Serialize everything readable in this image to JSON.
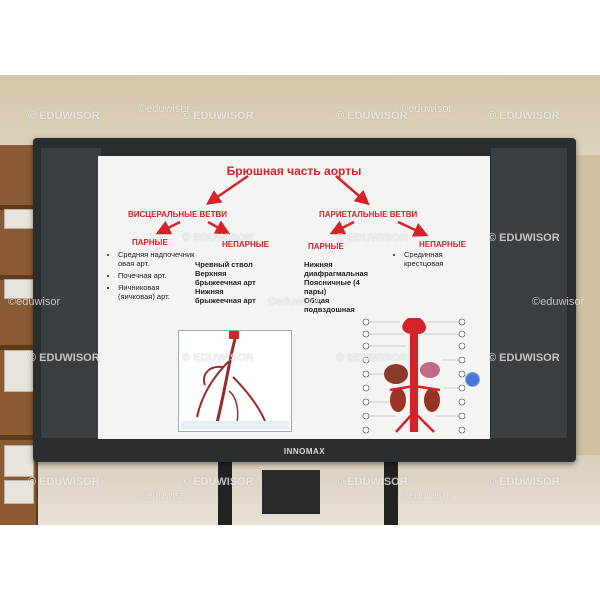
{
  "slide": {
    "title": "Брюшная часть аорты",
    "visceral": {
      "header": "ВИСЦЕРАЛЬНЫЕ ВЕТВИ",
      "paired_header": "ПАРНЫЕ",
      "unpaired_header": "НЕПАРНЫЕ",
      "paired_items": [
        "Средняя надпочечник овая арт.",
        "Почечная арт.",
        "Яичниковая (яичковая) арт."
      ],
      "unpaired_lines": [
        "Чревный ствол",
        "Верхняя",
        "брыжеечная арт",
        "Нижняя",
        "брыжеечная арт"
      ]
    },
    "parietal": {
      "header": "ПАРИЕТАЛЬНЫЕ ВЕТВИ",
      "paired_header": "ПАРНЫЕ",
      "unpaired_header": "НЕПАРНЫЕ",
      "paired_lines": [
        "Нижняя",
        "диафрагмальная",
        "Поясничные (4",
        "пары)",
        "Общая",
        "подвздошная"
      ],
      "unpaired_items": [
        "Срединная крестцовая"
      ]
    }
  },
  "tv": {
    "brand": "INNOMAX"
  },
  "watermarks": [
    "© EDUWISOR",
    "©eduwisor"
  ]
}
